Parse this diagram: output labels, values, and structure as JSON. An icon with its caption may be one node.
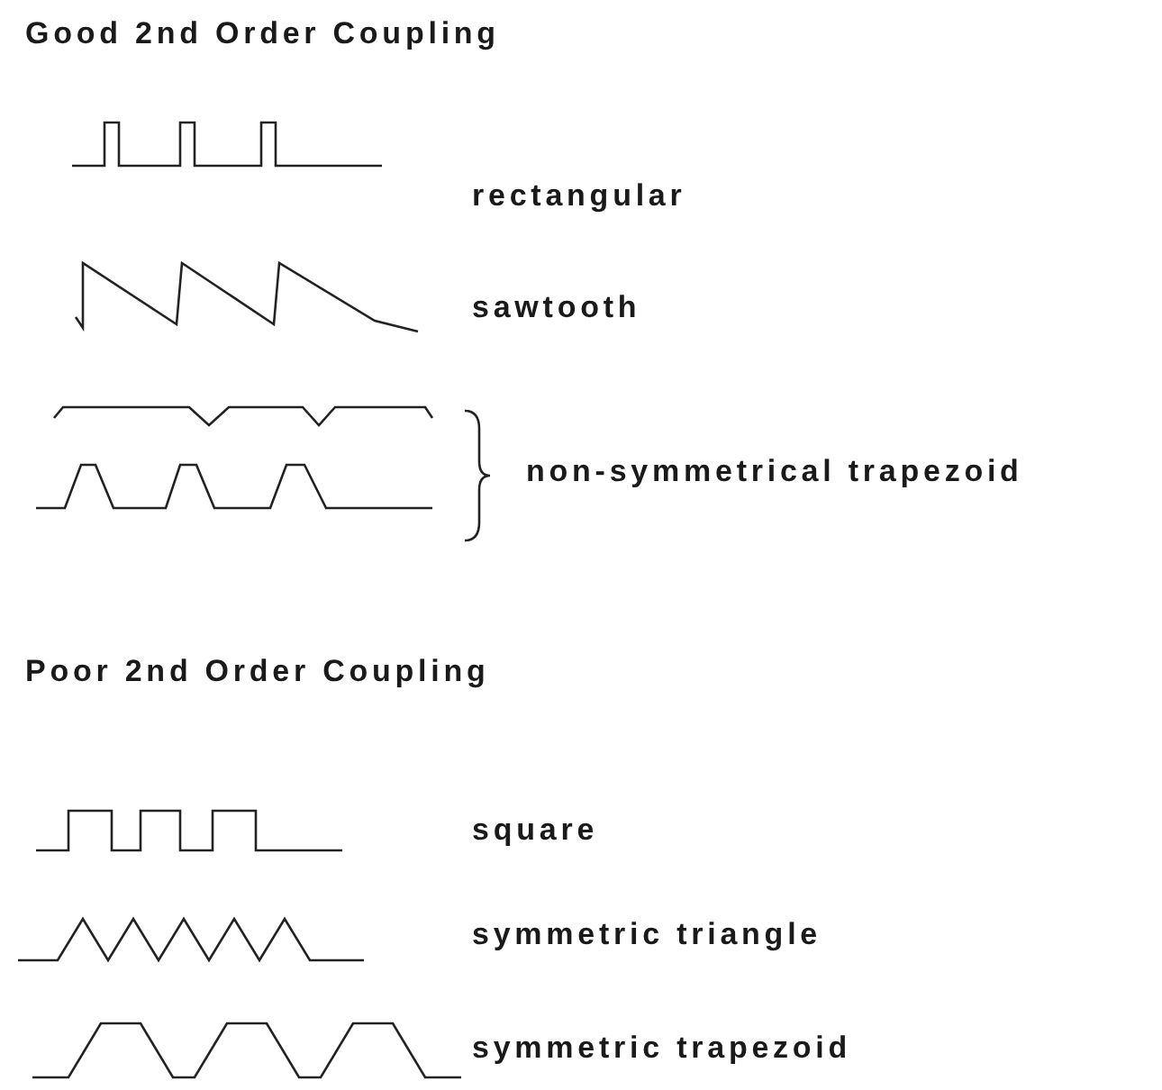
{
  "diagram": {
    "labels": [
      "Good 2nd Order Coupling",
      "rectangular",
      "sawtooth",
      "non-symmetrical trapezoid",
      "Poor 2nd Order Coupling",
      "square",
      "symmetric triangle",
      "symmetric trapezoid"
    ]
  }
}
